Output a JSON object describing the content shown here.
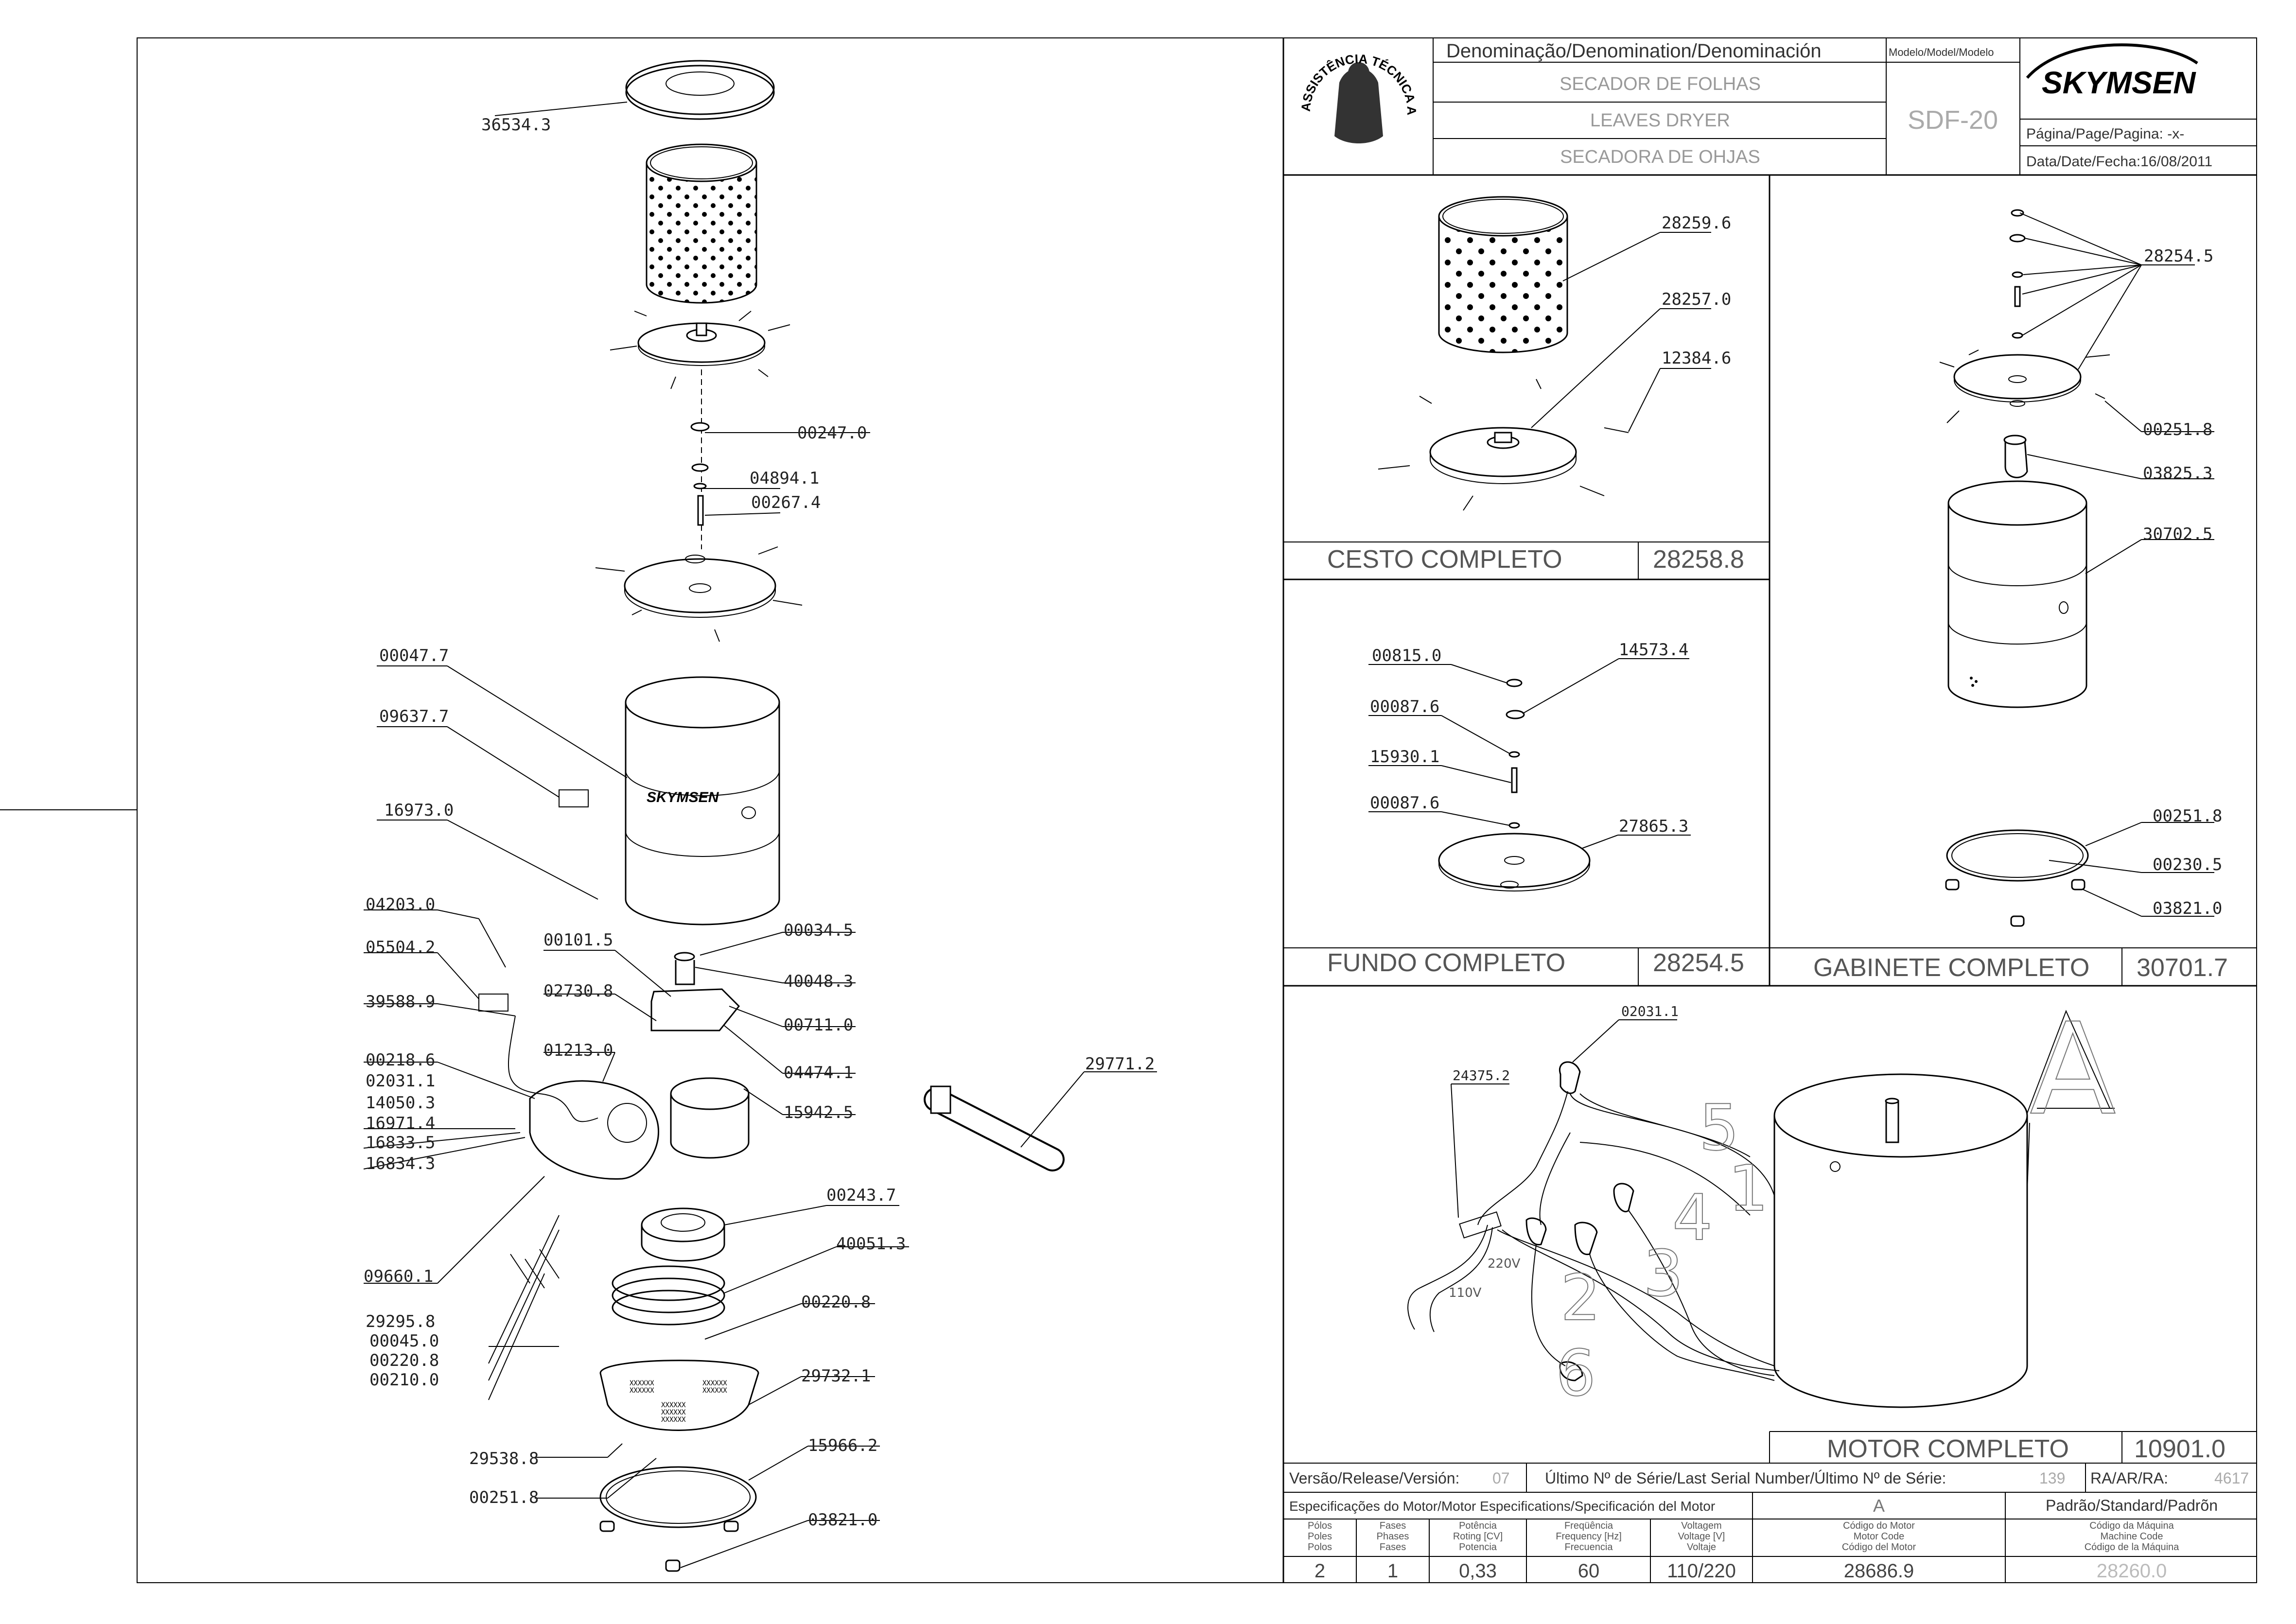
{
  "header": {
    "denomination_label": "Denominação/Denomination/Denominación",
    "name_pt": "SECADOR DE FOLHAS",
    "name_en": "LEAVES DRYER",
    "name_es": "SECADORA DE OHJAS",
    "model_label": "Modelo/Model/Modelo",
    "model": "SDF-20",
    "page_label": "Página/Page/Pagina: -x-",
    "date_label": "Data/Date/Fecha:16/08/2011",
    "brand": "SKYMSEN",
    "seal_text": "ASSISTÊNCIA TÉCNICA AUTORIZADA"
  },
  "main_parts": [
    "36534.3",
    "00247.0",
    "04894.1",
    "00267.4",
    "00047.7",
    "09637.7",
    "16973.0",
    "04203.0",
    "05504.2",
    "39588.9",
    "00218.6",
    "02031.1",
    "14050.3",
    "16971.4",
    "16833.5",
    "16834.3",
    "00101.5",
    "02730.8",
    "01213.0",
    "00034.5",
    "40048.3",
    "00711.0",
    "04474.1",
    "15942.5",
    "29771.2",
    "00243.7",
    "40051.3",
    "00220.8",
    "29732.1",
    "09660.1",
    "29295.8",
    "00045.0",
    "00220.8",
    "00210.0",
    "29538.8",
    "00251.8",
    "15966.2",
    "03821.0"
  ],
  "cesto": {
    "title": "CESTO COMPLETO",
    "code": "28258.8",
    "parts": [
      "28259.6",
      "28257.0",
      "12384.6"
    ]
  },
  "fundo": {
    "title": "FUNDO COMPLETO",
    "code": "28254.5",
    "parts": [
      "00815.0",
      "14573.4",
      "00087.6",
      "15930.1",
      "00087.6",
      "27865.3"
    ]
  },
  "gabinete": {
    "title": "GABINETE COMPLETO",
    "code": "30701.7",
    "parts": [
      "28254.5",
      "00251.8",
      "03825.3",
      "30702.5",
      "00251.8",
      "00230.5",
      "03821.0"
    ]
  },
  "motor": {
    "title": "MOTOR COMPLETO",
    "code": "10901.0",
    "parts": [
      "02031.1",
      "24375.2"
    ],
    "wire_numbers": [
      "5",
      "1",
      "4",
      "3",
      "2",
      "6"
    ],
    "voltage_labels": [
      "220V",
      "110V"
    ],
    "letter": "A"
  },
  "release": {
    "version_label": "Versão/Release/Versión:",
    "version": "07",
    "serial_label": "Último Nº de Série/Last Serial Number/Último Nº de Série:",
    "serial": "139",
    "ra_label": "RA/AR/RA:",
    "ra": "4617"
  },
  "specs": {
    "title": "Especificações do Motor/Motor Especifications/Specificación del Motor",
    "letter": "A",
    "standard": "Padrão/Standard/Padrõn",
    "columns": [
      {
        "header": "Pólos\nPoles\nPolos",
        "value": "2"
      },
      {
        "header": "Fases\nPhases\nFases",
        "value": "1"
      },
      {
        "header": "Potência\nRoting [CV]\nPotencia",
        "value": "0,33"
      },
      {
        "header": "Freqüência\nFrequency [Hz]\nFrecuencia",
        "value": "60"
      },
      {
        "header": "Voltagem\nVoltage [V]\nVoltaje",
        "value": "110/220"
      },
      {
        "header": "Código do Motor\nMotor Code\nCódigo del Motor",
        "value": "28686.9"
      },
      {
        "header": "Código da Máquina\nMachine Code\nCódigo de la Máquina",
        "value": "28260.0"
      }
    ]
  }
}
